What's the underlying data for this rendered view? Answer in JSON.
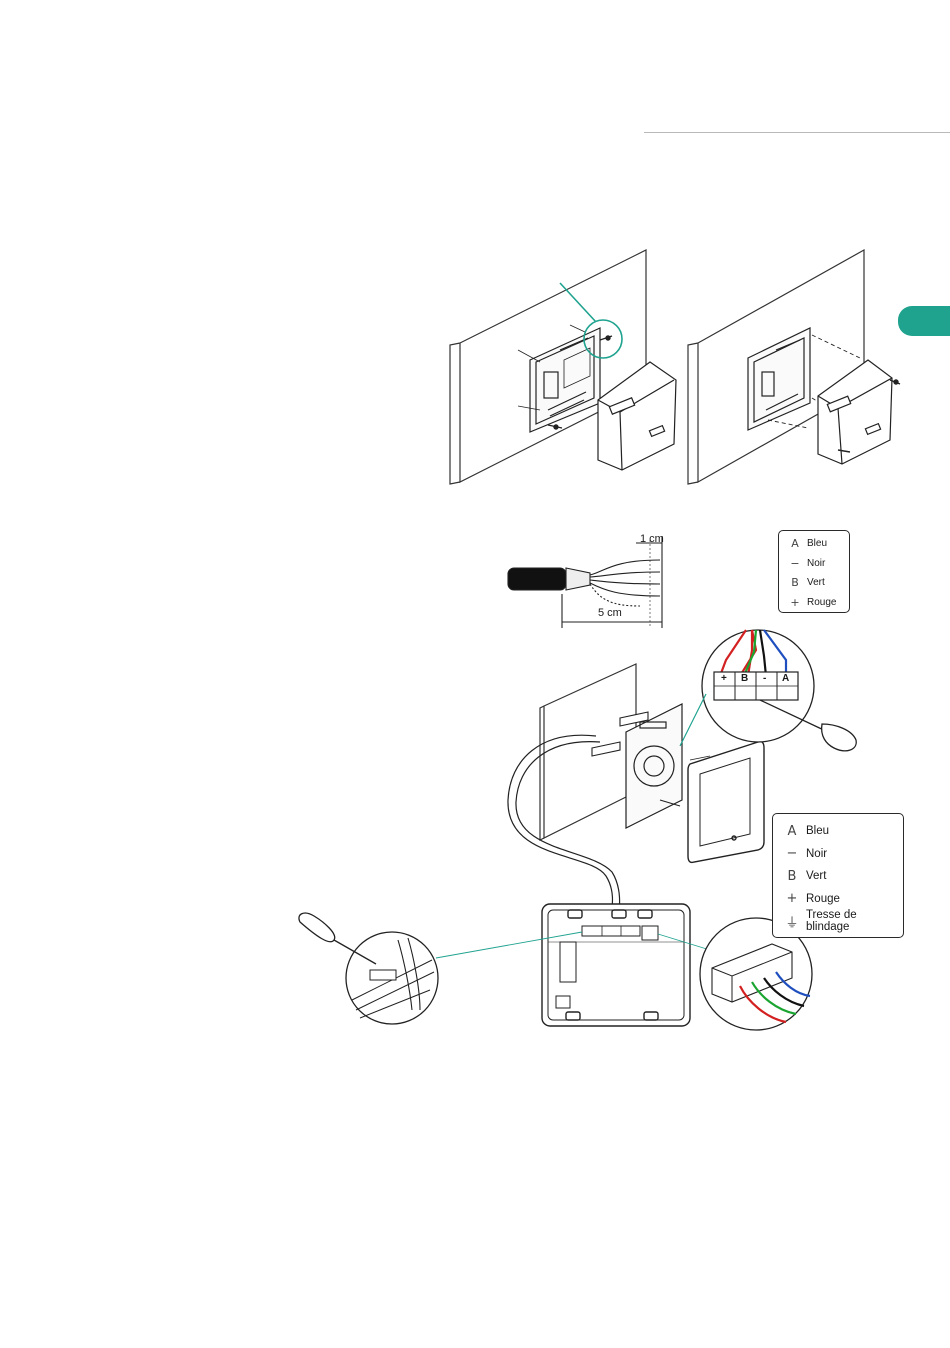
{
  "colors": {
    "accent_teal": "#1fa38f",
    "wire_red": "#d32020",
    "wire_green": "#1aa530",
    "wire_black": "#111111",
    "wire_blue": "#1f4fbf"
  },
  "cable_dimensions": {
    "strip_length": "1 cm",
    "sheath_length": "5 cm"
  },
  "legend_small": {
    "items": [
      {
        "symbol": "A",
        "label": "Bleu"
      },
      {
        "symbol": "−",
        "label": "Noir"
      },
      {
        "symbol": "B",
        "label": "Vert"
      },
      {
        "symbol": "+",
        "label": "Rouge"
      }
    ]
  },
  "legend_big": {
    "items": [
      {
        "symbol": "A",
        "label": "Bleu"
      },
      {
        "symbol": "−",
        "label": "Noir"
      },
      {
        "symbol": "B",
        "label": "Vert"
      },
      {
        "symbol": "+",
        "label": "Rouge"
      },
      {
        "symbol": "⏚",
        "label": "Tresse de blindage"
      }
    ]
  },
  "terminal_labels": [
    "+",
    "B",
    "-",
    "A"
  ]
}
